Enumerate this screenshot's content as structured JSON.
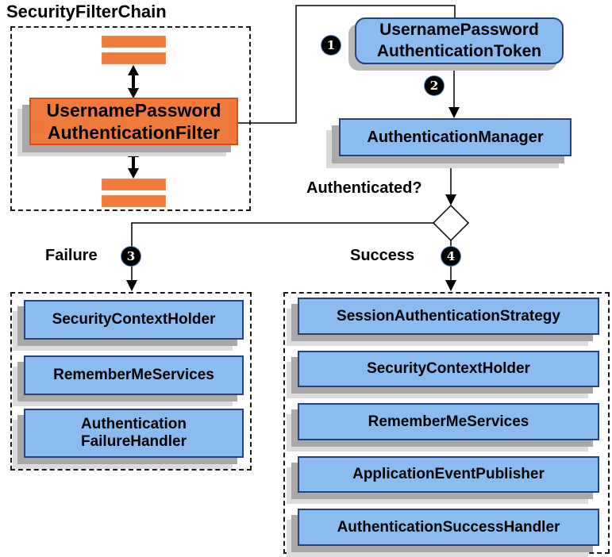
{
  "title": "SecurityFilterChain",
  "colors": {
    "orange_fill": "#F0793C",
    "orange_border": "#D84E15",
    "orange_bar_border": "#ED8A55",
    "blue_fill": "#8ABCEF",
    "blue_border": "#24427C",
    "shadow_dark": "#A9A9A9",
    "shadow_light": "#D8D8D8"
  },
  "filter_chain": {
    "filter_box": [
      "UsernamePassword",
      "AuthenticationFilter"
    ]
  },
  "flow": {
    "token_box": [
      "UsernamePassword",
      "AuthenticationToken"
    ],
    "manager_box": "AuthenticationManager",
    "decision_label": "Authenticated?",
    "failure_label": "Failure",
    "success_label": "Success",
    "steps": [
      "1",
      "2",
      "3",
      "4"
    ]
  },
  "failure_panel": {
    "items": [
      [
        "SecurityContextHolder"
      ],
      [
        "RememberMeServices"
      ],
      [
        "Authentication",
        "FailureHandler"
      ]
    ]
  },
  "success_panel": {
    "items": [
      "SessionAuthenticationStrategy",
      "SecurityContextHolder",
      "RememberMeServices",
      "ApplicationEventPublisher",
      "AuthenticationSuccessHandler"
    ]
  }
}
